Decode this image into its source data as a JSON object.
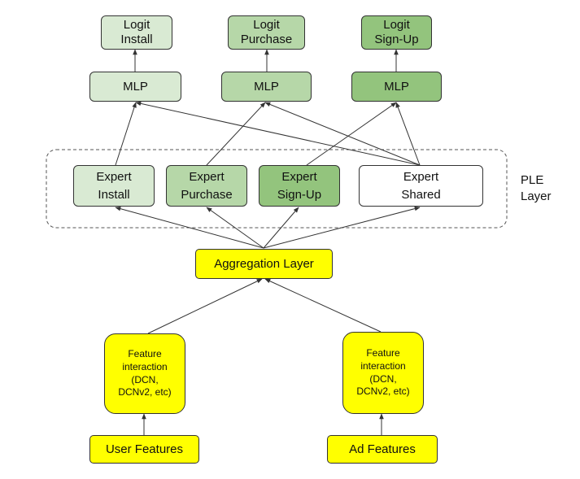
{
  "colors": {
    "install": "#d9ead3",
    "purchase": "#b6d7a8",
    "signup": "#93c47d",
    "shared": "#ffffff",
    "input": "#ffff00",
    "line": "#333333"
  },
  "logits": {
    "install": [
      "Logit",
      "Install"
    ],
    "purchase": [
      "Logit",
      "Purchase"
    ],
    "signup": [
      "Logit",
      "Sign-Up"
    ]
  },
  "mlp": {
    "install": "MLP",
    "purchase": "MLP",
    "signup": "MLP"
  },
  "experts": {
    "install": [
      "Expert",
      "Install"
    ],
    "purchase": [
      "Expert",
      "Purchase"
    ],
    "signup": [
      "Expert",
      "Sign-Up"
    ],
    "shared": [
      "Expert",
      "Shared"
    ]
  },
  "ple_label": [
    "PLE",
    "Layer"
  ],
  "aggregation": "Aggregation Layer",
  "feature_interaction": {
    "user": [
      "Feature",
      "interaction",
      "(DCN,",
      "DCNv2, etc)"
    ],
    "ad": [
      "Feature",
      "interaction",
      "(DCN,",
      "DCNv2, etc)"
    ]
  },
  "inputs": {
    "user": "User Features",
    "ad": "Ad Features"
  }
}
